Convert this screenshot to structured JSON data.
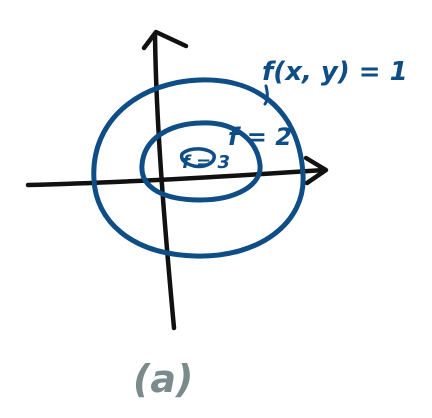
{
  "diagram": {
    "labels": {
      "outer_level": "f(x, y) = 1",
      "middle_level": "f = 2",
      "inner_level": "f = 3",
      "caption": "(a)"
    },
    "colors": {
      "ink_blue": "#0f4d86",
      "axis_black": "#111111",
      "caption_gray": "#7b8a8b"
    }
  }
}
